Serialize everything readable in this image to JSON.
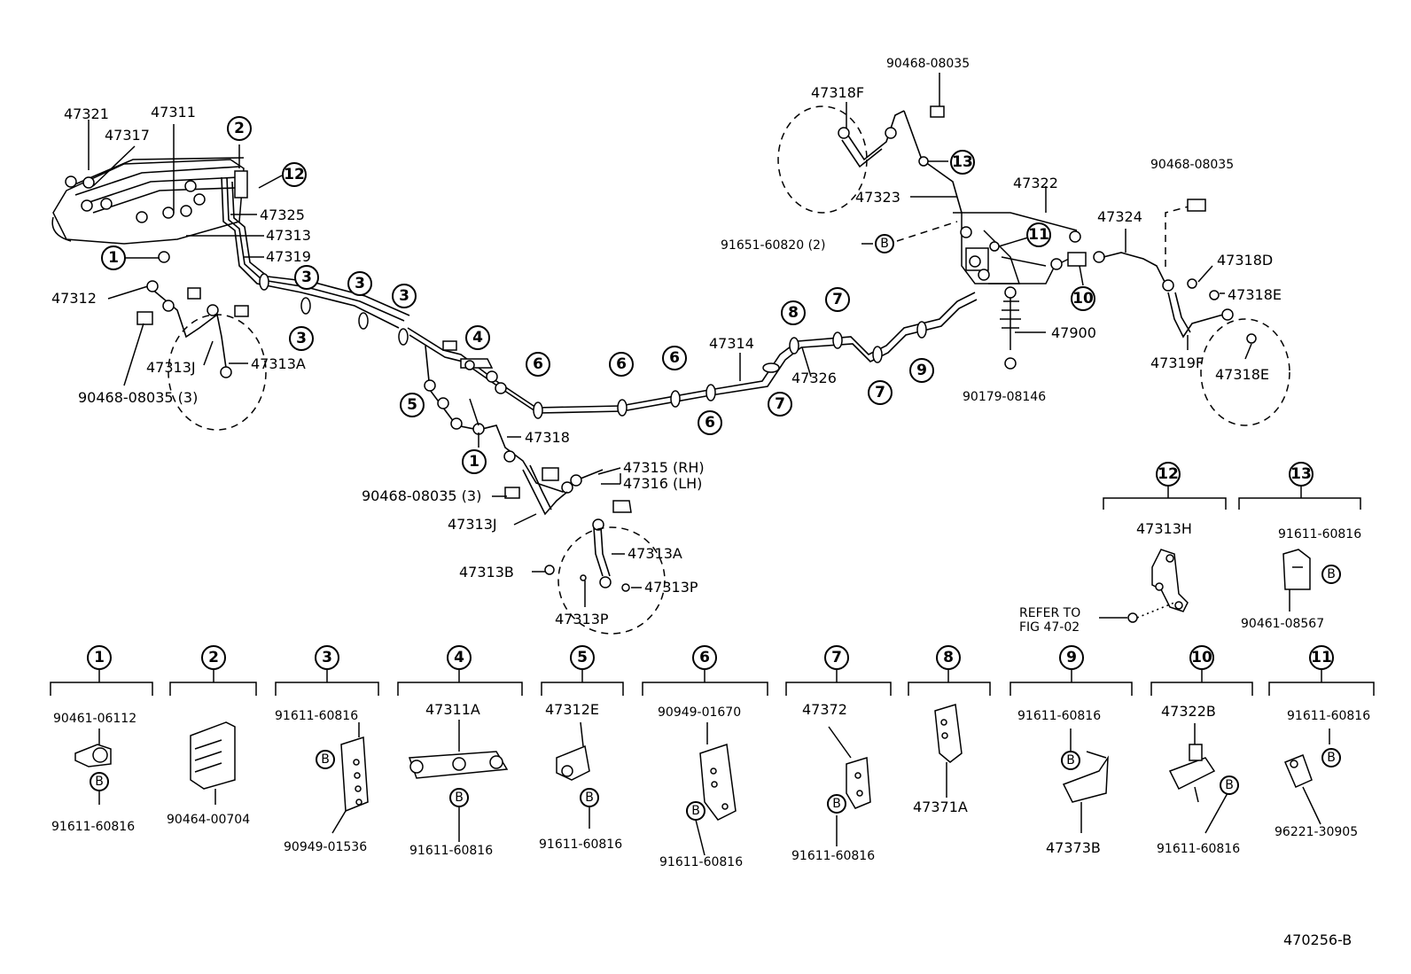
{
  "diagram_id": "470256-B",
  "main_labels": [
    {
      "id": "l47321",
      "text": "47321"
    },
    {
      "id": "l47311",
      "text": "47311"
    },
    {
      "id": "l47317",
      "text": "47317"
    },
    {
      "id": "l47325",
      "text": "47325"
    },
    {
      "id": "l47313",
      "text": "47313"
    },
    {
      "id": "l47319",
      "text": "47319"
    },
    {
      "id": "l47312",
      "text": "47312"
    },
    {
      "id": "l47313J",
      "text": "47313J"
    },
    {
      "id": "l47313A",
      "text": "47313A"
    },
    {
      "id": "l90468_3a",
      "text": "90468-08035 (3)"
    },
    {
      "id": "l47318",
      "text": "47318"
    },
    {
      "id": "l47315",
      "text": "47315 (RH)"
    },
    {
      "id": "l47316",
      "text": "47316 (LH)"
    },
    {
      "id": "l90468_3b",
      "text": "90468-08035 (3)"
    },
    {
      "id": "l47313J2",
      "text": "47313J"
    },
    {
      "id": "l47313A2",
      "text": "47313A"
    },
    {
      "id": "l47313B",
      "text": "47313B"
    },
    {
      "id": "l47313P",
      "text": "47313P"
    },
    {
      "id": "l47313P2",
      "text": "47313P"
    },
    {
      "id": "l47314",
      "text": "47314"
    },
    {
      "id": "l47326",
      "text": "47326"
    },
    {
      "id": "l90468_top",
      "text": "90468-08035"
    },
    {
      "id": "l47318F",
      "text": "47318F"
    },
    {
      "id": "l47323",
      "text": "47323"
    },
    {
      "id": "l47322",
      "text": "47322"
    },
    {
      "id": "l47324",
      "text": "47324"
    },
    {
      "id": "l90468_r",
      "text": "90468-08035"
    },
    {
      "id": "l91651",
      "text": "91651-60820 (2)"
    },
    {
      "id": "l47318D",
      "text": "47318D"
    },
    {
      "id": "l47318E",
      "text": "47318E"
    },
    {
      "id": "l47900",
      "text": "47900"
    },
    {
      "id": "l90179",
      "text": "90179-08146"
    },
    {
      "id": "l47319F",
      "text": "47319F"
    },
    {
      "id": "l47318E2",
      "text": "47318E"
    },
    {
      "id": "l47313H",
      "text": "47313H"
    },
    {
      "id": "lrefer1",
      "text": "REFER TO"
    },
    {
      "id": "lrefer2",
      "text": "FIG 47-02"
    },
    {
      "id": "l91611_13",
      "text": "91611-60816"
    },
    {
      "id": "l90461_13",
      "text": "90461-08567"
    }
  ],
  "callouts": {
    "c1": "1",
    "c2": "2",
    "c3": "3",
    "c4": "4",
    "c5": "5",
    "c6": "6",
    "c7": "7",
    "c8": "8",
    "c9": "9",
    "c10": "10",
    "c11": "11",
    "c12": "12",
    "c13": "13",
    "b": "B"
  },
  "detail_panels": [
    {
      "num": "1",
      "top": "90461-06112",
      "bottom": "91611-60816"
    },
    {
      "num": "2",
      "top": "",
      "bottom": "90464-00704"
    },
    {
      "num": "3",
      "top": "91611-60816",
      "bottom": "90949-01536"
    },
    {
      "num": "4",
      "top": "47311A",
      "bottom": "91611-60816"
    },
    {
      "num": "5",
      "top": "47312E",
      "bottom": "91611-60816"
    },
    {
      "num": "6",
      "top": "90949-01670",
      "bottom": "91611-60816"
    },
    {
      "num": "7",
      "top": "47372",
      "bottom": "91611-60816"
    },
    {
      "num": "8",
      "top": "",
      "bottom": "47371A"
    },
    {
      "num": "9",
      "top": "91611-60816",
      "bottom": "47373B"
    },
    {
      "num": "10",
      "top": "47322B",
      "bottom": "91611-60816"
    },
    {
      "num": "11",
      "top": "91611-60816",
      "bottom": "96221-30905"
    }
  ]
}
